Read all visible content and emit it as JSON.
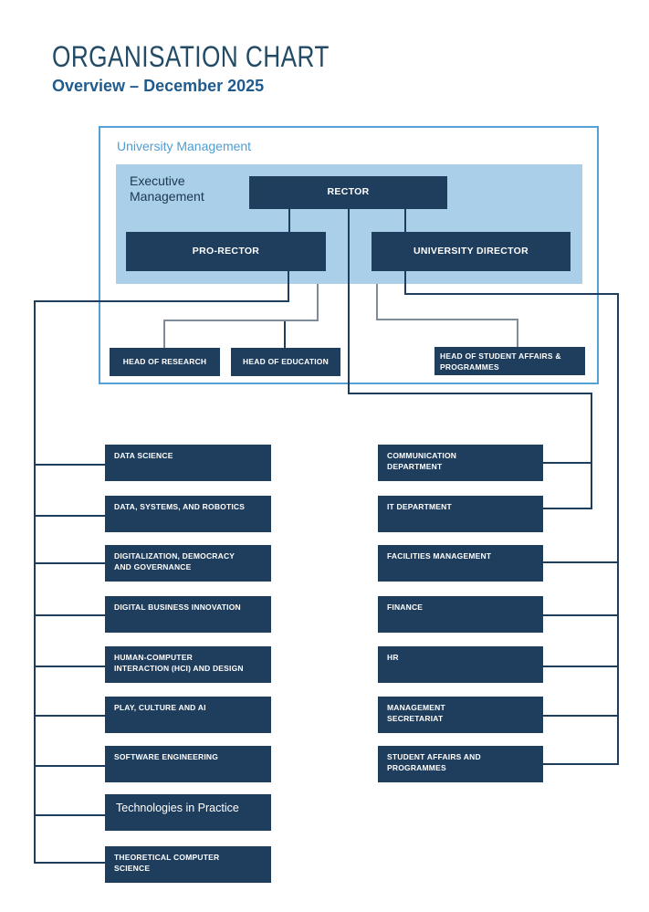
{
  "header": {
    "title": "ORGANISATION CHART",
    "subtitle": "Overview – December 2025"
  },
  "university_management": {
    "label": "University Management",
    "executive": {
      "label": "Executive\nManagement",
      "rector": "RECTOR",
      "pro_rector": "PRO-RECTOR",
      "university_director": "UNIVERSITY DIRECTOR"
    },
    "heads": [
      "HEAD OF RESEARCH",
      "HEAD OF EDUCATION",
      "HEAD OF STUDENT AFFAIRS &\nPROGRAMMES"
    ]
  },
  "left_column": {
    "items": [
      "DATA SCIENCE",
      "DATA, SYSTEMS, AND ROBOTICS",
      "DIGITALIZATION, DEMOCRACY\nAND GOVERNANCE",
      "DIGITAL BUSINESS INNOVATION",
      "HUMAN-COMPUTER\nINTERACTION (HCI) AND DESIGN",
      "PLAY, CULTURE AND AI",
      "SOFTWARE ENGINEERING",
      "Technologies in Practice",
      "THEORETICAL COMPUTER\nSCIENCE"
    ]
  },
  "right_column": {
    "items": [
      "COMMUNICATION\nDEPARTMENT",
      "IT DEPARTMENT",
      "FACILITIES MANAGEMENT",
      "FINANCE",
      "HR",
      "MANAGEMENT\nSECRETARIAT",
      "STUDENT AFFAIRS AND\nPROGRAMMES"
    ]
  },
  "colors": {
    "node_navy": "#1f3d5c",
    "panel_light_blue": "#aacfe9",
    "frame_blue": "#55a1d6",
    "line_gray": "#7d8c98",
    "title_blue": "#234b66",
    "subtitle_blue": "#1f5b8d"
  }
}
